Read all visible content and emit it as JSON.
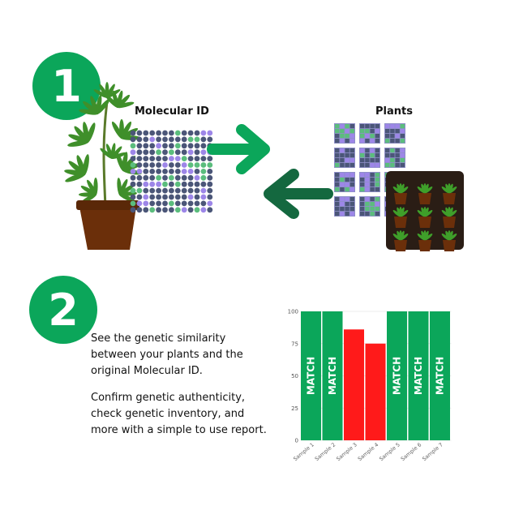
{
  "step1": {
    "number": "1",
    "molecular_label": "Molecular ID",
    "plants_label": "Plants"
  },
  "step2": {
    "number": "2",
    "paragraph1": "See the genetic similarity between your plants and the original Molecular ID.",
    "paragraph2": "Confirm genetic authenticity, check genetic inventory, and more with a simple to use report."
  },
  "colors": {
    "brand_green": "#0ba65a",
    "dark_green": "#14683f",
    "mismatch_red": "#ff1a1a",
    "grid_navy": "#4b5678",
    "grid_purple": "#9d86e8",
    "grid_green": "#5bbd7d",
    "pot_brown": "#6b2f0a"
  },
  "chart_data": {
    "type": "bar",
    "categories": [
      "Sample 1",
      "Sample 2",
      "Sample 3",
      "Sample 4",
      "Sample 5",
      "Sample 6",
      "Sample 7"
    ],
    "values": [
      100,
      100,
      86,
      75,
      100,
      100,
      100
    ],
    "bar_labels": [
      "MATCH",
      "MATCH",
      "",
      "",
      "MATCH",
      "MATCH",
      "MATCH"
    ],
    "bar_colors": [
      "#0ba65a",
      "#0ba65a",
      "#ff1a1a",
      "#ff1a1a",
      "#0ba65a",
      "#0ba65a",
      "#0ba65a"
    ],
    "yticks": [
      0,
      25,
      50,
      75,
      100
    ],
    "ylim": [
      0,
      100
    ],
    "title": "",
    "xlabel": "",
    "ylabel": ""
  }
}
